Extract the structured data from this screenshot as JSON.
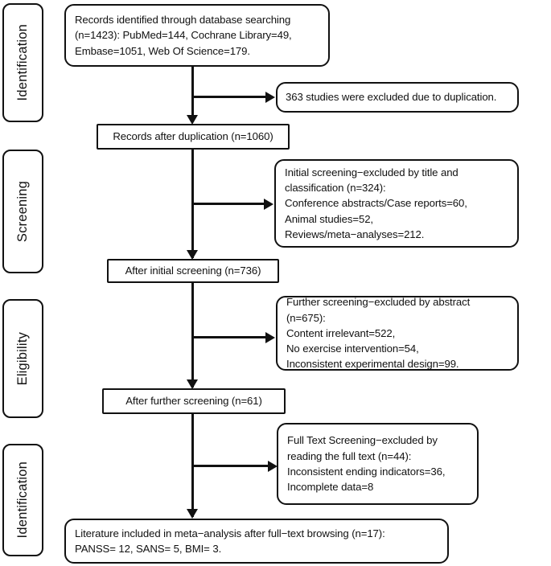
{
  "diagram": {
    "title": "PRISMA study selection flow diagram",
    "type": "flowchart",
    "stage_labels": [
      {
        "label": "Identification"
      },
      {
        "label": "Screening"
      },
      {
        "label": "Eligibility"
      },
      {
        "label": "Identification"
      }
    ],
    "flow_boxes": [
      {
        "id": "records-identified",
        "text": "Records identified through database searching\n(n=1423): PubMed=144,  Cochrane Library=49,\nEmbase=1051,  Web Of Science=179."
      },
      {
        "id": "records-after-duplication",
        "text": "Records after duplication (n=1060)"
      },
      {
        "id": "after-initial-screening",
        "text": "After initial screening (n=736)"
      },
      {
        "id": "after-further-screening",
        "text": "After further screening (n=61)"
      },
      {
        "id": "literature-included",
        "text": "Literature included in meta−analysis after full−text browsing (n=17):\nPANSS= 12, SANS= 5, BMI= 3."
      }
    ],
    "exclusion_boxes": [
      {
        "id": "excluded-duplication",
        "text": "363 studies were excluded due to duplication."
      },
      {
        "id": "excluded-title-classification",
        "text": "Initial screening−excluded by title and\nclassification (n=324):\nConference abstracts/Case reports=60,\nAnimal studies=52,\nReviews/meta−analyses=212."
      },
      {
        "id": "excluded-abstract",
        "text": "Further screening−excluded by abstract (n=675):\nContent irrelevant=522,\nNo exercise intervention=54,\nInconsistent experimental design=99."
      },
      {
        "id": "excluded-full-text",
        "text": "Full Text Screening−excluded by\nreading the full text (n=44):\nInconsistent ending indicators=36,\nIncomplete data=8"
      }
    ],
    "colors": {
      "stroke": "#111111",
      "fill": "#ffffff",
      "text": "#111111"
    }
  }
}
